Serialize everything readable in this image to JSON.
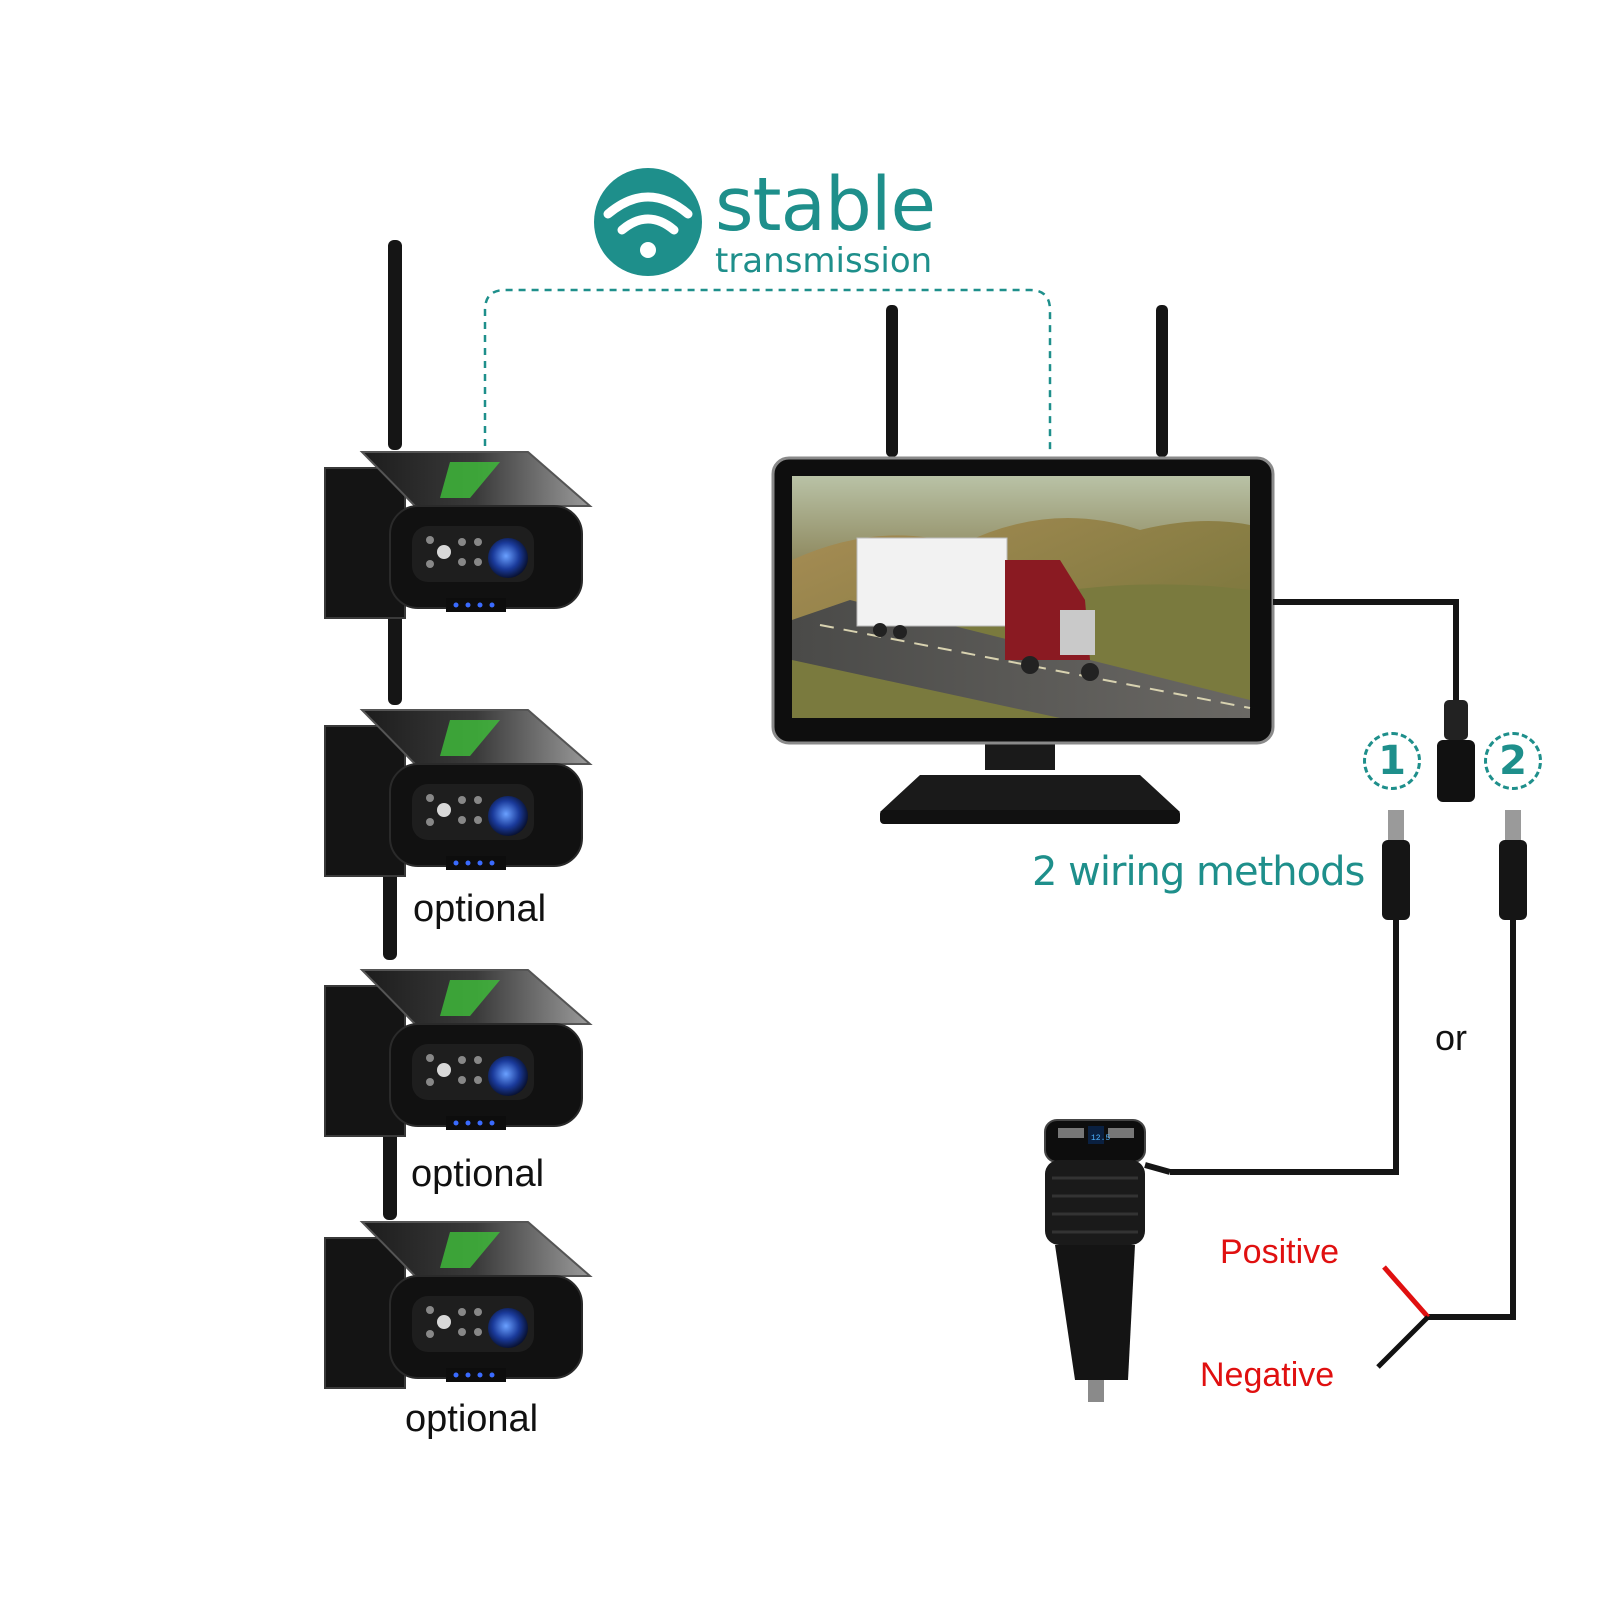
{
  "header": {
    "title": "stable",
    "subtitle": "transmission",
    "icon": "wifi-icon",
    "accent_color": "#1e8f8b"
  },
  "cameras": [
    {
      "label": ""
    },
    {
      "label": "optional"
    },
    {
      "label": "optional"
    },
    {
      "label": "optional"
    }
  ],
  "monitor": {
    "screen_image": "truck-on-highway"
  },
  "wiring": {
    "title": "2 wiring methods",
    "method_1": "1",
    "method_2": "2",
    "separator": "or",
    "positive_label": "Positive",
    "negative_label": "Negative",
    "positive_color": "#e01010",
    "negative_color": "#111111"
  },
  "charger": {
    "display_text": "12.5"
  }
}
